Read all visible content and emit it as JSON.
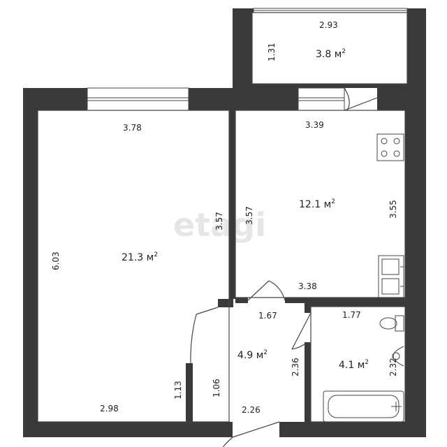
{
  "watermark": "etagi",
  "rooms": {
    "balcony": {
      "area": "3.8 м",
      "sup": "2",
      "width": "2.93",
      "depth": "1.31"
    },
    "kitchen": {
      "area": "12.1 м",
      "sup": "2",
      "top": "3.39",
      "left": "3.57",
      "right": "3.55",
      "bottom": "3.38"
    },
    "living": {
      "area": "21.3 м",
      "sup": "2",
      "top": "3.78",
      "left": "6.03",
      "right": "3.57",
      "bottom": "2.98",
      "notch": "1.13"
    },
    "hall": {
      "area": "4.9 м",
      "sup": "2",
      "top": "1.67",
      "right": "2.36",
      "left": "1.06",
      "bottom": "2.26"
    },
    "bath": {
      "area": "4.1 м",
      "sup": "2",
      "top": "1.77",
      "right": "2.32"
    }
  },
  "colors": {
    "wall": "#3a3a3a",
    "line": "#444444",
    "window": "#bfbfbf"
  }
}
